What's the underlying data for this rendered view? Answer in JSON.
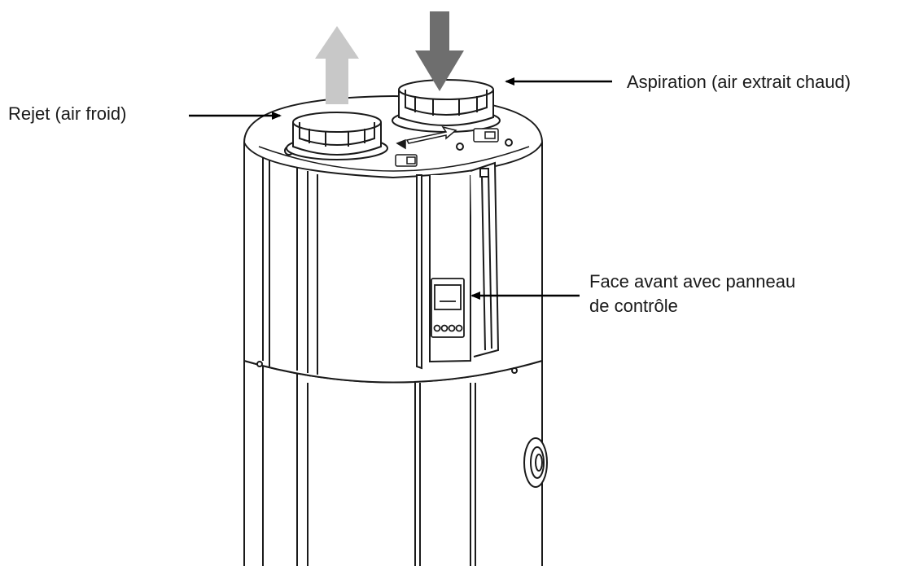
{
  "labels": {
    "rejet": "Rejet (air froid)",
    "aspiration": "Aspiration (air extrait chaud)",
    "face_avant_line1": "Face avant avec panneau",
    "face_avant_line2": "de contrôle"
  },
  "colors": {
    "outline": "#1a1a1a",
    "fill": "#ffffff",
    "exhaust_arrow": "#c8c8c8",
    "intake_arrow": "#6e6e6e",
    "pointer_arrow": "#000000"
  },
  "icons": {
    "exhaust_arrow": "arrow-up-icon",
    "intake_arrow": "arrow-down-icon",
    "duct_direction": "curved-arrow-icon"
  }
}
